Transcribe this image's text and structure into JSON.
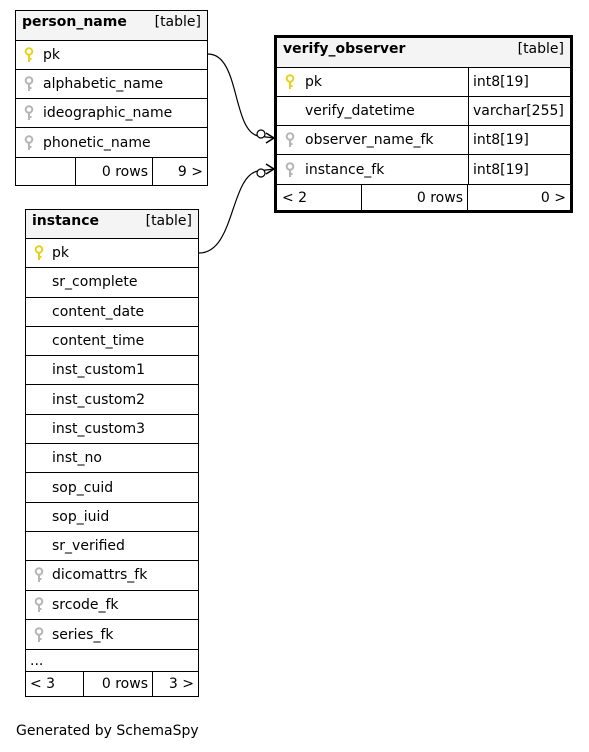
{
  "tables": {
    "person_name": {
      "name": "person_name",
      "kind": "[table]",
      "columns": [
        {
          "name": "pk",
          "key": "primary"
        },
        {
          "name": "alphabetic_name",
          "key": "index"
        },
        {
          "name": "ideographic_name",
          "key": "index"
        },
        {
          "name": "phonetic_name",
          "key": "index"
        }
      ],
      "footer": {
        "parents": "",
        "rows": "0 rows",
        "children": "9 >"
      }
    },
    "verify_observer": {
      "name": "verify_observer",
      "kind": "[table]",
      "columns": [
        {
          "name": "pk",
          "type": "int8[19]",
          "key": "primary"
        },
        {
          "name": "verify_datetime",
          "type": "varchar[255]",
          "key": "none"
        },
        {
          "name": "observer_name_fk",
          "type": "int8[19]",
          "key": "index"
        },
        {
          "name": "instance_fk",
          "type": "int8[19]",
          "key": "index"
        }
      ],
      "footer": {
        "parents": "< 2",
        "rows": "0 rows",
        "children": "0 >"
      }
    },
    "instance": {
      "name": "instance",
      "kind": "[table]",
      "columns": [
        {
          "name": "pk",
          "key": "primary"
        },
        {
          "name": "sr_complete",
          "key": "none"
        },
        {
          "name": "content_date",
          "key": "none"
        },
        {
          "name": "content_time",
          "key": "none"
        },
        {
          "name": "inst_custom1",
          "key": "none"
        },
        {
          "name": "inst_custom2",
          "key": "none"
        },
        {
          "name": "inst_custom3",
          "key": "none"
        },
        {
          "name": "inst_no",
          "key": "none"
        },
        {
          "name": "sop_cuid",
          "key": "none"
        },
        {
          "name": "sop_iuid",
          "key": "none"
        },
        {
          "name": "sr_verified",
          "key": "none"
        },
        {
          "name": "dicomattrs_fk",
          "key": "index"
        },
        {
          "name": "srcode_fk",
          "key": "index"
        },
        {
          "name": "series_fk",
          "key": "index"
        }
      ],
      "more": "...",
      "footer": {
        "parents": "< 3",
        "rows": "0 rows",
        "children": "3 >"
      }
    }
  },
  "relationships": [
    {
      "from": "person_name.pk",
      "to": "verify_observer.observer_name_fk"
    },
    {
      "from": "instance.pk",
      "to": "verify_observer.instance_fk"
    }
  ],
  "colors": {
    "primary_key": "#e6d21c",
    "index_key": "#b5b5b5",
    "header_bg": "#f4f4f4"
  },
  "credit": "Generated by SchemaSpy"
}
